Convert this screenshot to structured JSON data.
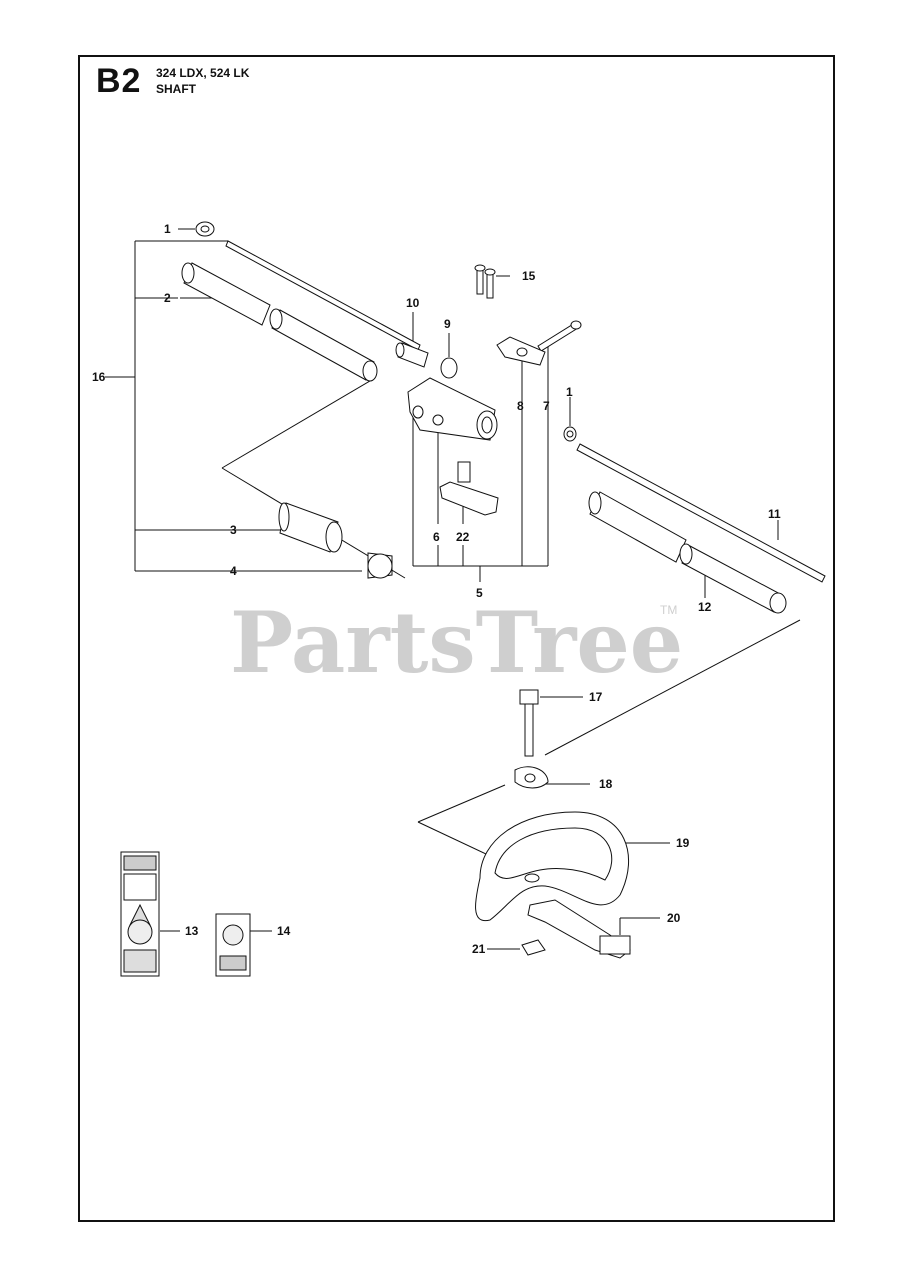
{
  "header": {
    "section_code": "B2",
    "models": "324 LDX, 524 LK",
    "section_name": "SHAFT"
  },
  "watermark": {
    "text": "PartsTree",
    "trademark": "TM"
  },
  "callouts": [
    {
      "id": "c1a",
      "label": "1"
    },
    {
      "id": "c2",
      "label": "2"
    },
    {
      "id": "c16",
      "label": "16"
    },
    {
      "id": "c3",
      "label": "3"
    },
    {
      "id": "c4",
      "label": "4"
    },
    {
      "id": "c10",
      "label": "10"
    },
    {
      "id": "c9",
      "label": "9"
    },
    {
      "id": "c15",
      "label": "15"
    },
    {
      "id": "c8",
      "label": "8"
    },
    {
      "id": "c7",
      "label": "7"
    },
    {
      "id": "c1b",
      "label": "1"
    },
    {
      "id": "c6",
      "label": "6"
    },
    {
      "id": "c22",
      "label": "22"
    },
    {
      "id": "c5",
      "label": "5"
    },
    {
      "id": "c11",
      "label": "11"
    },
    {
      "id": "c12",
      "label": "12"
    },
    {
      "id": "c17",
      "label": "17"
    },
    {
      "id": "c18",
      "label": "18"
    },
    {
      "id": "c19",
      "label": "19"
    },
    {
      "id": "c20",
      "label": "20"
    },
    {
      "id": "c21",
      "label": "21"
    },
    {
      "id": "c13",
      "label": "13"
    },
    {
      "id": "c14",
      "label": "14"
    }
  ],
  "colors": {
    "line": "#111111",
    "watermark": "#cfcfcf",
    "part_fill": "#ffffff"
  }
}
